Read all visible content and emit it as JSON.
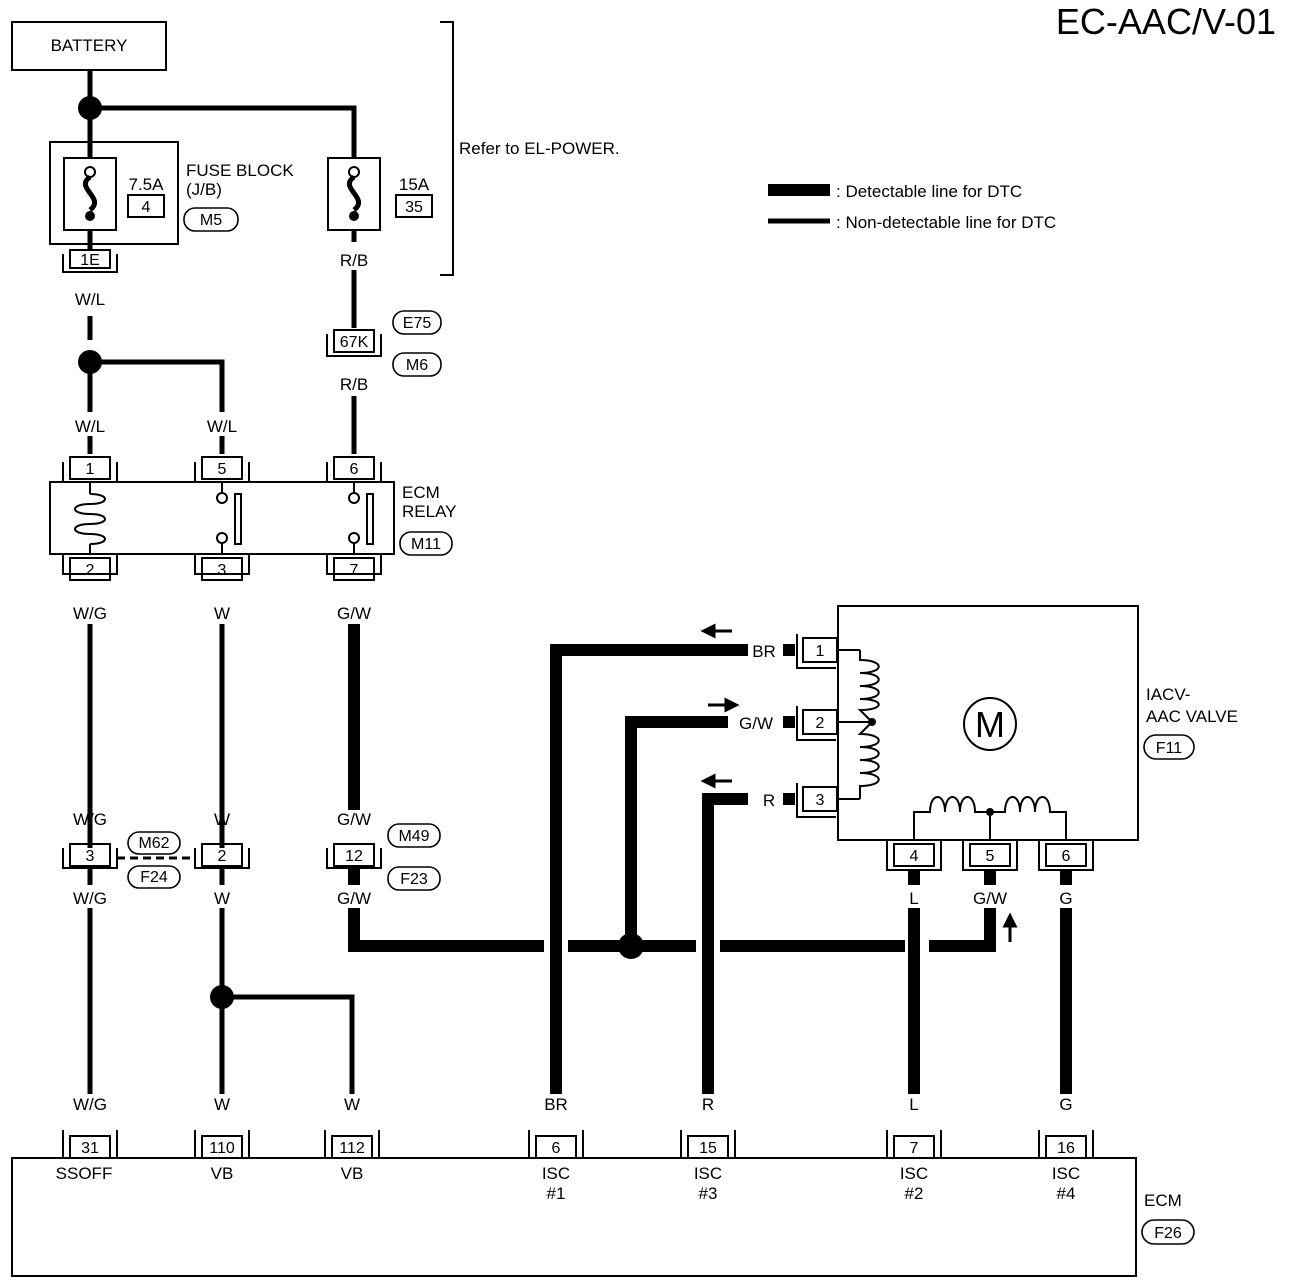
{
  "page_code": "EC-AAC/V-01",
  "legend": {
    "detectable": ": Detectable line for DTC",
    "non_detectable": ": Non-detectable line for DTC"
  },
  "refer_note": "Refer to EL-POWER.",
  "battery": "BATTERY",
  "fuse_block": {
    "title": "FUSE BLOCK",
    "subtitle": "(J/B)",
    "connector": "M5",
    "fuse1_amp": "7.5A",
    "fuse1_no": "4",
    "fuse1_term": "1E",
    "fuse2_amp": "15A",
    "fuse2_no": "35"
  },
  "wire_colors": {
    "wl": "W/L",
    "rb": "R/B",
    "wg": "W/G",
    "w": "W",
    "gw": "G/W",
    "br": "BR",
    "r": "R",
    "l": "L",
    "g": "G"
  },
  "joint": {
    "term": "67K",
    "conn_a": "E75",
    "conn_b": "M6"
  },
  "ecm_relay": {
    "name_line1": "ECM",
    "name_line2": "RELAY",
    "connector": "M11",
    "top_terms": [
      "1",
      "5",
      "6"
    ],
    "bottom_terms": [
      "2",
      "3",
      "7"
    ]
  },
  "inline_connectors": {
    "m62": "M62",
    "f24": "F24",
    "m49": "M49",
    "f23": "F23",
    "term_3": "3",
    "term_2": "2",
    "term_12": "12"
  },
  "iacv": {
    "name_line1": "IACV-",
    "name_line2": "AAC VALVE",
    "connector": "F11",
    "motor": "M",
    "left_terms": [
      "1",
      "2",
      "3"
    ],
    "bottom_terms": [
      "4",
      "5",
      "6"
    ]
  },
  "ecm": {
    "name": "ECM",
    "connector": "F26",
    "terminals": [
      {
        "num": "31",
        "name": "SSOFF",
        "sub": ""
      },
      {
        "num": "110",
        "name": "VB",
        "sub": ""
      },
      {
        "num": "112",
        "name": "VB",
        "sub": ""
      },
      {
        "num": "6",
        "name": "ISC",
        "sub": "#1"
      },
      {
        "num": "15",
        "name": "ISC",
        "sub": "#3"
      },
      {
        "num": "7",
        "name": "ISC",
        "sub": "#2"
      },
      {
        "num": "16",
        "name": "ISC",
        "sub": "#4"
      }
    ]
  }
}
